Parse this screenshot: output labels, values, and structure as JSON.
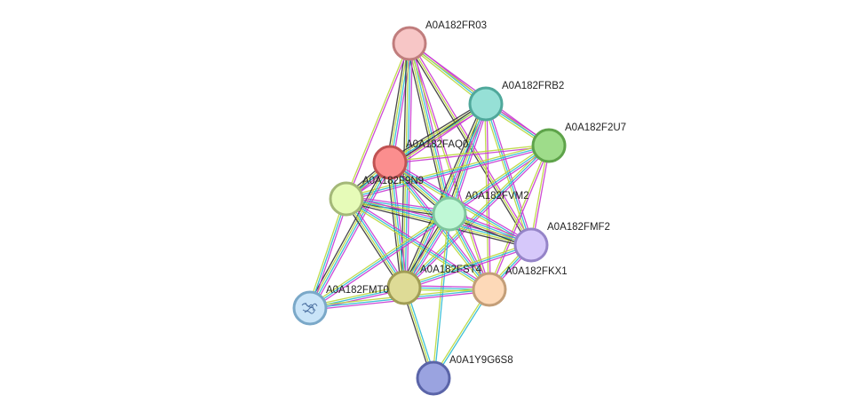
{
  "network": {
    "nodes": [
      {
        "id": "A0A182FR03",
        "label": "A0A182FR03",
        "fill": "#f7c6c6",
        "stroke": "#c07d7d"
      },
      {
        "id": "A0A182FRB2",
        "label": "A0A182FRB2",
        "fill": "#96e0d6",
        "stroke": "#4fa89b"
      },
      {
        "id": "A0A182F2U7",
        "label": "A0A182F2U7",
        "fill": "#9edc8a",
        "stroke": "#5ea34a"
      },
      {
        "id": "A0A182FAQ0",
        "label": "A0A182FAQ0",
        "fill": "#fb8e8e",
        "stroke": "#c05252"
      },
      {
        "id": "A0A182F9N9",
        "label": "A0A182F9N9",
        "fill": "#e6fbb8",
        "stroke": "#a4b878"
      },
      {
        "id": "A0A182FVM2",
        "label": "A0A182FVM2",
        "fill": "#bff8d6",
        "stroke": "#7ec59c"
      },
      {
        "id": "A0A182FMF2",
        "label": "A0A182FMF2",
        "fill": "#d6c8fa",
        "stroke": "#9584c8"
      },
      {
        "id": "A0A182FST4",
        "label": "A0A182FST4",
        "fill": "#dedb96",
        "stroke": "#a19d55"
      },
      {
        "id": "A0A182FKX1",
        "label": "A0A182FKX1",
        "fill": "#fdd9b8",
        "stroke": "#c39e78"
      },
      {
        "id": "A0A182FMT0",
        "label": "A0A182FMT0",
        "fill": "#c9e4f8",
        "stroke": "#7aa8c8"
      },
      {
        "id": "A0A1Y9G6S8",
        "label": "A0A1Y9G6S8",
        "fill": "#9aa3e0",
        "stroke": "#5a64a8"
      }
    ],
    "edges": [
      {
        "source": "A0A182FR03",
        "target": "A0A182FRB2",
        "types": [
          "magenta",
          "cyan",
          "yellow"
        ]
      },
      {
        "source": "A0A182FR03",
        "target": "A0A182F2U7",
        "types": [
          "magenta",
          "yellow"
        ]
      },
      {
        "source": "A0A182FR03",
        "target": "A0A182FAQ0",
        "types": [
          "magenta",
          "cyan",
          "yellow",
          "black"
        ]
      },
      {
        "source": "A0A182FR03",
        "target": "A0A182F9N9",
        "types": [
          "magenta",
          "yellow"
        ]
      },
      {
        "source": "A0A182FR03",
        "target": "A0A182FVM2",
        "types": [
          "magenta",
          "cyan",
          "yellow",
          "black"
        ]
      },
      {
        "source": "A0A182FR03",
        "target": "A0A182FMF2",
        "types": [
          "magenta",
          "yellow",
          "black"
        ]
      },
      {
        "source": "A0A182FR03",
        "target": "A0A182FST4",
        "types": [
          "magenta",
          "cyan",
          "yellow",
          "black"
        ]
      },
      {
        "source": "A0A182FR03",
        "target": "A0A182FKX1",
        "types": [
          "magenta",
          "yellow"
        ]
      },
      {
        "source": "A0A182FRB2",
        "target": "A0A182F2U7",
        "types": [
          "magenta",
          "cyan",
          "yellow"
        ]
      },
      {
        "source": "A0A182FRB2",
        "target": "A0A182FAQ0",
        "types": [
          "magenta",
          "cyan",
          "yellow",
          "black"
        ]
      },
      {
        "source": "A0A182FRB2",
        "target": "A0A182F9N9",
        "types": [
          "magenta",
          "yellow",
          "black"
        ]
      },
      {
        "source": "A0A182FRB2",
        "target": "A0A182FVM2",
        "types": [
          "magenta",
          "cyan",
          "yellow",
          "black"
        ]
      },
      {
        "source": "A0A182FRB2",
        "target": "A0A182FMF2",
        "types": [
          "magenta",
          "cyan",
          "yellow"
        ]
      },
      {
        "source": "A0A182FRB2",
        "target": "A0A182FST4",
        "types": [
          "magenta",
          "cyan",
          "yellow",
          "black"
        ]
      },
      {
        "source": "A0A182FRB2",
        "target": "A0A182FKX1",
        "types": [
          "magenta",
          "yellow"
        ]
      },
      {
        "source": "A0A182F2U7",
        "target": "A0A182FAQ0",
        "types": [
          "magenta",
          "yellow"
        ]
      },
      {
        "source": "A0A182F2U7",
        "target": "A0A182F9N9",
        "types": [
          "magenta",
          "cyan",
          "yellow"
        ]
      },
      {
        "source": "A0A182F2U7",
        "target": "A0A182FVM2",
        "types": [
          "magenta",
          "cyan",
          "yellow"
        ]
      },
      {
        "source": "A0A182F2U7",
        "target": "A0A182FMF2",
        "types": [
          "magenta",
          "yellow"
        ]
      },
      {
        "source": "A0A182F2U7",
        "target": "A0A182FST4",
        "types": [
          "magenta",
          "cyan",
          "yellow"
        ]
      },
      {
        "source": "A0A182F2U7",
        "target": "A0A182FKX1",
        "types": [
          "magenta",
          "yellow"
        ]
      },
      {
        "source": "A0A182FAQ0",
        "target": "A0A182F9N9",
        "types": [
          "magenta",
          "cyan",
          "yellow",
          "black"
        ]
      },
      {
        "source": "A0A182FAQ0",
        "target": "A0A182FVM2",
        "types": [
          "magenta",
          "cyan",
          "yellow",
          "black"
        ]
      },
      {
        "source": "A0A182FAQ0",
        "target": "A0A182FMF2",
        "types": [
          "magenta",
          "cyan",
          "yellow"
        ]
      },
      {
        "source": "A0A182FAQ0",
        "target": "A0A182FST4",
        "types": [
          "magenta",
          "cyan",
          "yellow",
          "black"
        ]
      },
      {
        "source": "A0A182FAQ0",
        "target": "A0A182FKX1",
        "types": [
          "magenta",
          "cyan",
          "yellow"
        ]
      },
      {
        "source": "A0A182FAQ0",
        "target": "A0A182FMT0",
        "types": [
          "magenta",
          "cyan",
          "yellow",
          "black"
        ]
      },
      {
        "source": "A0A182F9N9",
        "target": "A0A182FVM2",
        "types": [
          "magenta",
          "cyan",
          "yellow",
          "black"
        ]
      },
      {
        "source": "A0A182F9N9",
        "target": "A0A182FMF2",
        "types": [
          "magenta",
          "cyan",
          "yellow",
          "black"
        ]
      },
      {
        "source": "A0A182F9N9",
        "target": "A0A182FST4",
        "types": [
          "magenta",
          "cyan",
          "yellow",
          "black"
        ]
      },
      {
        "source": "A0A182F9N9",
        "target": "A0A182FKX1",
        "types": [
          "magenta",
          "cyan",
          "yellow"
        ]
      },
      {
        "source": "A0A182F9N9",
        "target": "A0A182FMT0",
        "types": [
          "magenta",
          "cyan",
          "yellow"
        ]
      },
      {
        "source": "A0A182FVM2",
        "target": "A0A182FMF2",
        "types": [
          "magenta",
          "cyan",
          "yellow",
          "black"
        ]
      },
      {
        "source": "A0A182FVM2",
        "target": "A0A182FST4",
        "types": [
          "magenta",
          "cyan",
          "yellow",
          "black"
        ]
      },
      {
        "source": "A0A182FVM2",
        "target": "A0A182FKX1",
        "types": [
          "magenta",
          "cyan",
          "yellow"
        ]
      },
      {
        "source": "A0A182FVM2",
        "target": "A0A182FMT0",
        "types": [
          "magenta",
          "cyan",
          "yellow"
        ]
      },
      {
        "source": "A0A182FVM2",
        "target": "A0A1Y9G6S8",
        "types": [
          "cyan",
          "yellow"
        ]
      },
      {
        "source": "A0A182FMF2",
        "target": "A0A182FST4",
        "types": [
          "magenta",
          "cyan",
          "yellow"
        ]
      },
      {
        "source": "A0A182FMF2",
        "target": "A0A182FKX1",
        "types": [
          "magenta",
          "cyan",
          "yellow"
        ]
      },
      {
        "source": "A0A182FST4",
        "target": "A0A182FKX1",
        "types": [
          "magenta",
          "cyan",
          "yellow"
        ]
      },
      {
        "source": "A0A182FST4",
        "target": "A0A182FMT0",
        "types": [
          "magenta",
          "cyan",
          "yellow"
        ]
      },
      {
        "source": "A0A182FST4",
        "target": "A0A1Y9G6S8",
        "types": [
          "cyan",
          "yellow",
          "black"
        ]
      },
      {
        "source": "A0A182FKX1",
        "target": "A0A182FMT0",
        "types": [
          "magenta",
          "cyan",
          "yellow"
        ]
      },
      {
        "source": "A0A182FKX1",
        "target": "A0A1Y9G6S8",
        "types": [
          "cyan",
          "yellow"
        ]
      }
    ],
    "edge_colors": {
      "magenta": "#c837d2",
      "cyan": "#29b9d3",
      "yellow": "#b9d73a",
      "black": "#333333"
    }
  }
}
